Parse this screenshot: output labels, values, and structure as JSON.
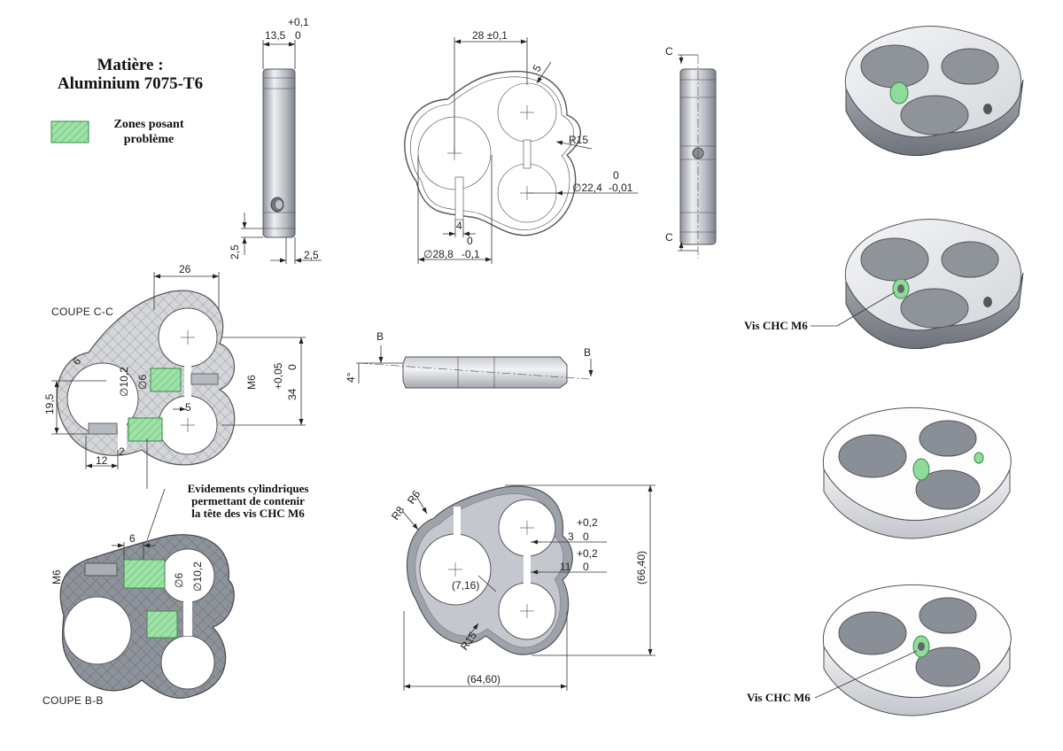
{
  "material": {
    "line1": "Matière :",
    "line2": "Aluminium 7075-T6"
  },
  "legend": {
    "label_line1": "Zones posant",
    "label_line2": "problème",
    "swatch_color": "#6fd08c"
  },
  "side_view": {
    "width": "13,5",
    "tol_upper": "+0,1",
    "tol_lower": "0",
    "chamfer_v": "2,5",
    "chamfer_h": "2,5"
  },
  "top_view": {
    "center_distance": "28 ±0,1",
    "radius_small": "5",
    "radius_r15": "R15",
    "dia_small": "∅22,4",
    "dia_small_tol_upper": "0",
    "dia_small_tol_lower": "-0,01",
    "slot": "4",
    "dia_large": "∅28,8",
    "dia_large_tol_upper": "0",
    "dia_large_tol_lower": "-0,1"
  },
  "section_cc": {
    "title": "COUPE C-C",
    "dim_26": "26",
    "dia_10_2": "∅10,2",
    "dia_6": "∅6",
    "thread": "M6",
    "height": "34",
    "height_tol_upper": "+0,05",
    "height_tol_lower": "0",
    "offset": "19,5",
    "dim_5": "5",
    "dim_12": "12",
    "dim_2": "2",
    "chamfer": "6"
  },
  "side_c": {
    "label_top": "C",
    "label_bottom": "C"
  },
  "angled_view": {
    "angle": "4°",
    "label_left": "B",
    "label_right": "B"
  },
  "callout": {
    "line1": "Evidements cylindriques",
    "line2": "permettant de contenir",
    "line3": "la tête des vis CHC M6"
  },
  "section_bb": {
    "title": "COUPE B-B",
    "thread": "M6",
    "dim_6": "6",
    "dia_6": "∅6",
    "dia_10_2": "∅10,2"
  },
  "bottom_view": {
    "r6": "R6",
    "r8": "R8",
    "r15": "R15",
    "center": "(7,16)",
    "width": "(64,60)",
    "height": "(66,40)",
    "dim_3": "3",
    "tol3_upper": "+0,2",
    "tol3_lower": "0",
    "dim_11": "11",
    "tol11_upper": "+0,2",
    "tol11_lower": "0"
  },
  "iso_views": {
    "screw_label_1": "Vis CHC M6",
    "screw_label_2": "Vis CHC M6"
  },
  "colors": {
    "metal": "#c9ccd2",
    "metal_dark": "#9ea2aa",
    "hatch_fill": "#c5c8ce",
    "problem_green": "#8fdc9a"
  }
}
